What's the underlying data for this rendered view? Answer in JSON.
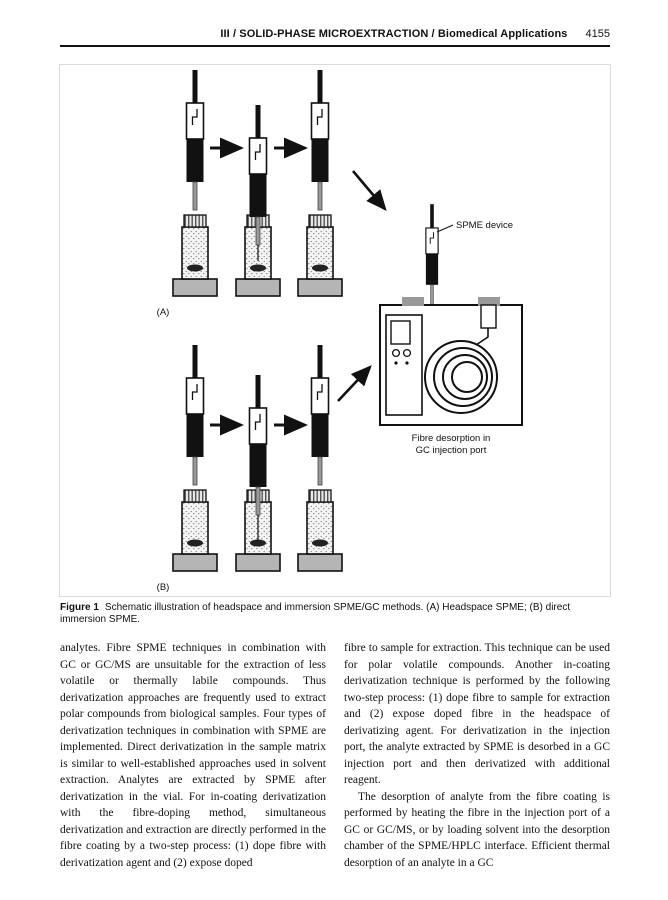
{
  "header": {
    "title": "III / SOLID-PHASE MICROEXTRACTION / Biomedical Applications",
    "page_number": "4155"
  },
  "figure": {
    "labels": {
      "spme_device": "SPME device",
      "panel_a": "(A)",
      "panel_b": "(B)",
      "desorption_line1": "Fibre desorption in",
      "desorption_line2": "GC injection port"
    },
    "caption_label": "Figure 1",
    "caption_text": "Schematic illustration of headspace and immersion SPME/GC methods. (A) Headspace SPME; (B) direct immersion SPME."
  },
  "body": {
    "left_column": "analytes. Fibre SPME techniques in combination with GC or GC/MS are unsuitable for the extraction of less volatile or thermally labile compounds. Thus derivatization approaches are frequently used to extract polar compounds from biological samples. Four types of derivatization techniques in combination with SPME are implemented. Direct derivatization in the sample matrix is similar to well-established approaches used in solvent extraction. Analytes are extracted by SPME after derivatization in the vial. For in-coating derivatization with the fibre-doping method, simultaneous derivatization and extraction are directly performed in the fibre coating by a two-step process: (1) dope fibre with derivatization agent and (2) expose doped",
    "right_column_p1": "fibre to sample for extraction. This technique can be used for polar volatile compounds. Another in-coating derivatization technique is performed by the following two-step process: (1) dope fibre to sample for extraction and (2) expose doped fibre in the headspace of derivatizing agent. For derivatization in the injection port, the analyte extracted by SPME is desorbed in a GC injection port and then derivatized with additional reagent.",
    "right_column_p2": "The desorption of analyte from the fibre coating is performed by heating the fibre in the injection port of a GC or GC/MS, or by loading solvent into the desorption chamber of the SPME/HPLC interface. Efficient thermal desorption of an analyte in a GC"
  }
}
